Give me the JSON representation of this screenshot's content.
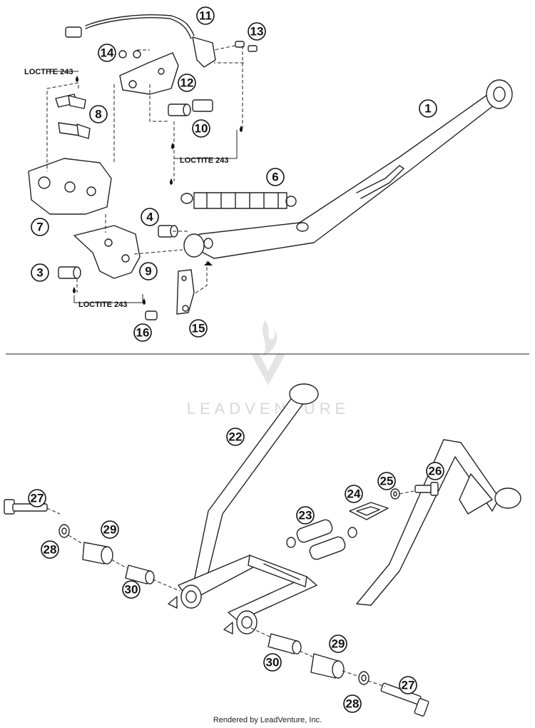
{
  "callouts": {
    "c1": "1",
    "c3": "3",
    "c4": "4",
    "c6": "6",
    "c7": "7",
    "c8": "8",
    "c9": "9",
    "c10": "10",
    "c11": "11",
    "c12": "12",
    "c13": "13",
    "c14": "14",
    "c15": "15",
    "c16": "16",
    "c22": "22",
    "c23": "23",
    "c24": "24",
    "c25": "25",
    "c26": "26",
    "c27a": "27",
    "c27b": "27",
    "c28a": "28",
    "c28b": "28",
    "c29a": "29",
    "c29b": "29",
    "c30a": "30",
    "c30b": "30"
  },
  "loctite": {
    "label_top": "LOCTITE 243",
    "label_mid": "LOCTITE 243",
    "label_bottom": "LOCTITE 243"
  },
  "watermark": {
    "brand": "LEADVENTURE"
  },
  "footer": {
    "credit": "Rendered by LeadVenture, Inc."
  }
}
